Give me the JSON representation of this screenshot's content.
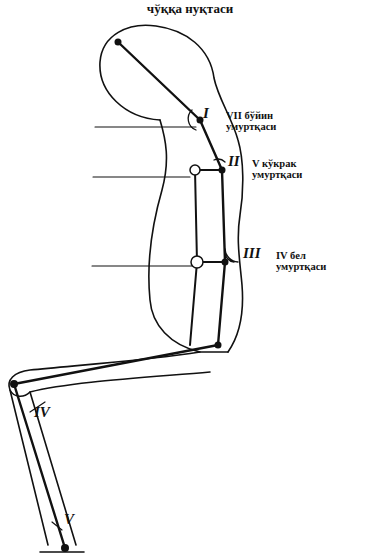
{
  "diagram": {
    "title": "чўққа нуқтаси",
    "labels": [
      "I",
      "VII бўйин умуртқаси",
      "II",
      "V кўкрак умуртқаси",
      "III",
      "IV бел умуртқаси",
      "IV",
      "V"
    ]
  }
}
